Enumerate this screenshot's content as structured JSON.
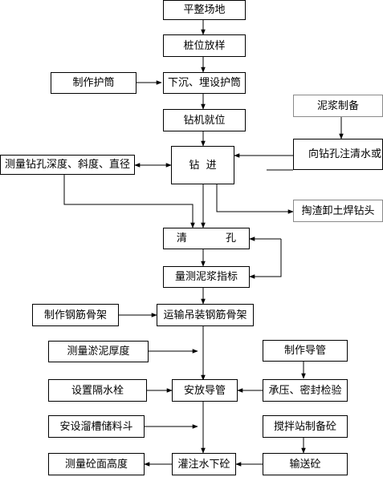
{
  "flowchart": {
    "steps": {
      "level_site": "平整场地",
      "pile_layout": "桩位放样",
      "make_casing": "制作护筒",
      "sink_casing": "下沉、埋设护筒",
      "rig_position": "钻机就位",
      "slurry_prep": "泥浆制备",
      "inject_water": "向钻孔注清水或",
      "measure_hole": "测量钻孔深度、斜度、直径",
      "drilling": "钻  进",
      "dredge": "掏渣卸土焊钻头",
      "clear_hole": "清 孔",
      "measure_slurry": "量测泥浆指标",
      "make_cage": "制作钢筋骨架",
      "hoist_cage": "运输吊装钢筋骨架",
      "measure_sediment": "测量淤泥厚度",
      "make_pipe": "制作导管",
      "water_plug": "设置隔水栓",
      "place_pipe": "安放导管",
      "pressure_test": "承压、密封检验",
      "hopper": "安设溜槽储料斗",
      "mix_concrete": "搅拌站制备砼",
      "concrete_height": "测量砼面高度",
      "pour_underwater": "灌注水下砼",
      "deliver_concrete": "输送砼"
    }
  }
}
